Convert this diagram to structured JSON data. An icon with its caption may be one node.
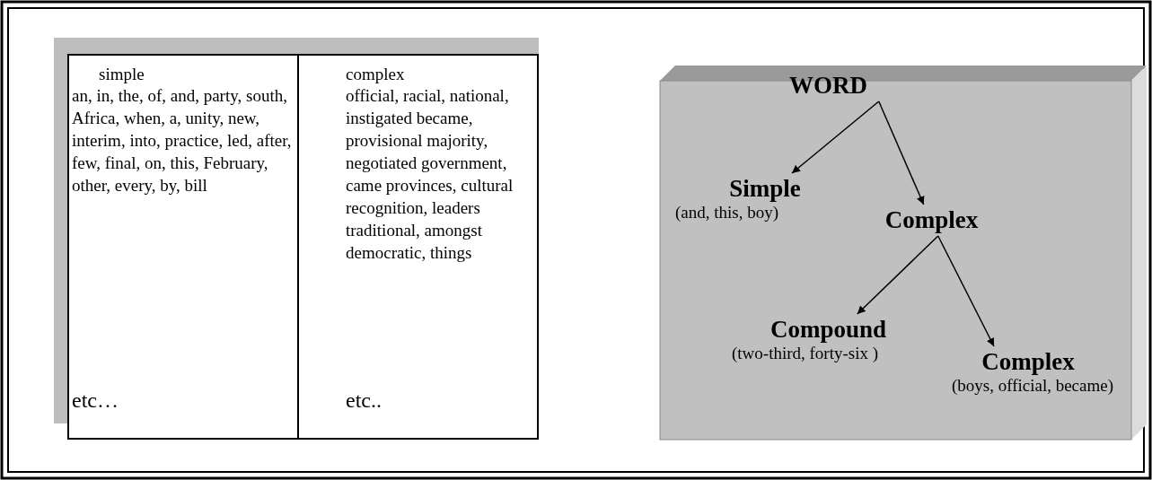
{
  "diagram": {
    "nodes": [
      {
        "text": [
          "WORD"
        ]
      },
      {
        "text": [
          "Simple",
          "(and, this, boy)"
        ]
      },
      {
        "text": [
          "Complex"
        ]
      },
      {
        "text": [
          "Compound",
          "(two-third, forty-six )"
        ]
      },
      {
        "text": [
          "Complex",
          "(boys, official, became)"
        ]
      }
    ],
    "edges": [
      {
        "from": 0,
        "to": 1,
        "arrow": "to"
      },
      {
        "from": 0,
        "to": 2,
        "arrow": "to"
      },
      {
        "from": 2,
        "to": 3,
        "arrow": "to"
      },
      {
        "from": 2,
        "to": 4,
        "arrow": "to"
      }
    ],
    "labels": [
      "simple",
      "complex",
      "an, in, the, of, and, party, south, Africa, when, a, unity, new, interim, into, practice, led, after, few, final, on, this, February, other, every, by, bill",
      "official, racial, national, instigated became, provisional majority, negotiated government, came provinces, cultural recognition, leaders traditional, amongst democratic, things",
      "etc…",
      "etc.."
    ]
  }
}
